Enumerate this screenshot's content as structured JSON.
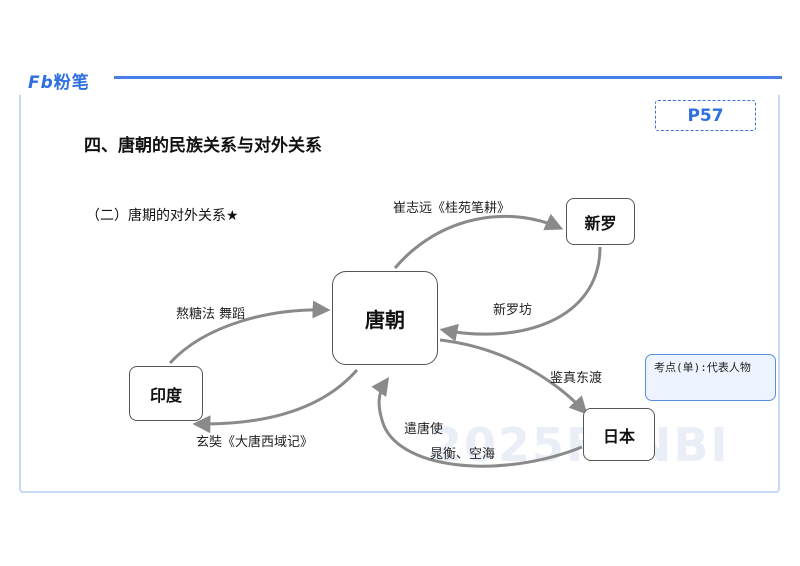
{
  "header": {
    "logo_mark": "Fb",
    "logo_text": "粉笔",
    "page_ref": "P57"
  },
  "watermark": "2025FENBI",
  "title": "四、唐朝的民族关系与对外关系",
  "subtitle": "（二）唐期的对外关系★",
  "nodes": {
    "tang": "唐朝",
    "xinluo": "新罗",
    "yindu": "印度",
    "riben": "日本"
  },
  "edge_labels": {
    "tang_to_xinluo": "崔志远《桂苑笔耕》",
    "xinluo_to_tang": "新罗坊",
    "yindu_to_tang": "熬糖法 舞蹈",
    "tang_to_yindu": "玄奘《大唐西域记》",
    "tang_to_riben": "鉴真东渡",
    "riben_to_tang_1": "遣唐使",
    "riben_to_tang_2": "晁衡、空海"
  },
  "note": {
    "text": "考点(单):代表人物"
  },
  "colors": {
    "accent": "#2f6fe0",
    "arrow": "#8a8a8a",
    "frame": "#c9d9f6"
  }
}
